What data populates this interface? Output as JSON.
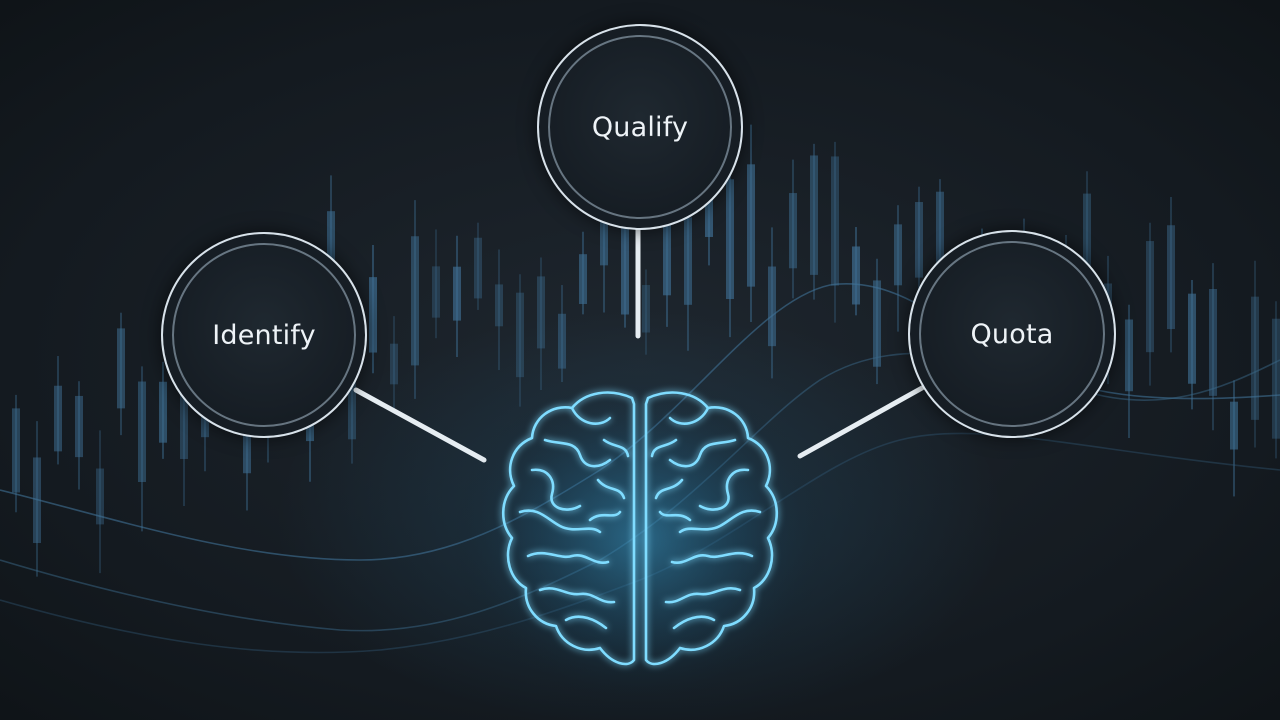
{
  "diagram": {
    "nodes": [
      {
        "id": "identify",
        "label": "Identify"
      },
      {
        "id": "quality",
        "label": "Qualify"
      },
      {
        "id": "quota",
        "label": "Quota"
      }
    ],
    "center_icon": "brain-icon",
    "background_motif": "candlestick-chart",
    "colors": {
      "background": "#161c22",
      "candle": "#3e6e92",
      "brain_glow": "#56c8f0",
      "connector": "#e6edf2",
      "ring": "#d8e2ea"
    }
  }
}
